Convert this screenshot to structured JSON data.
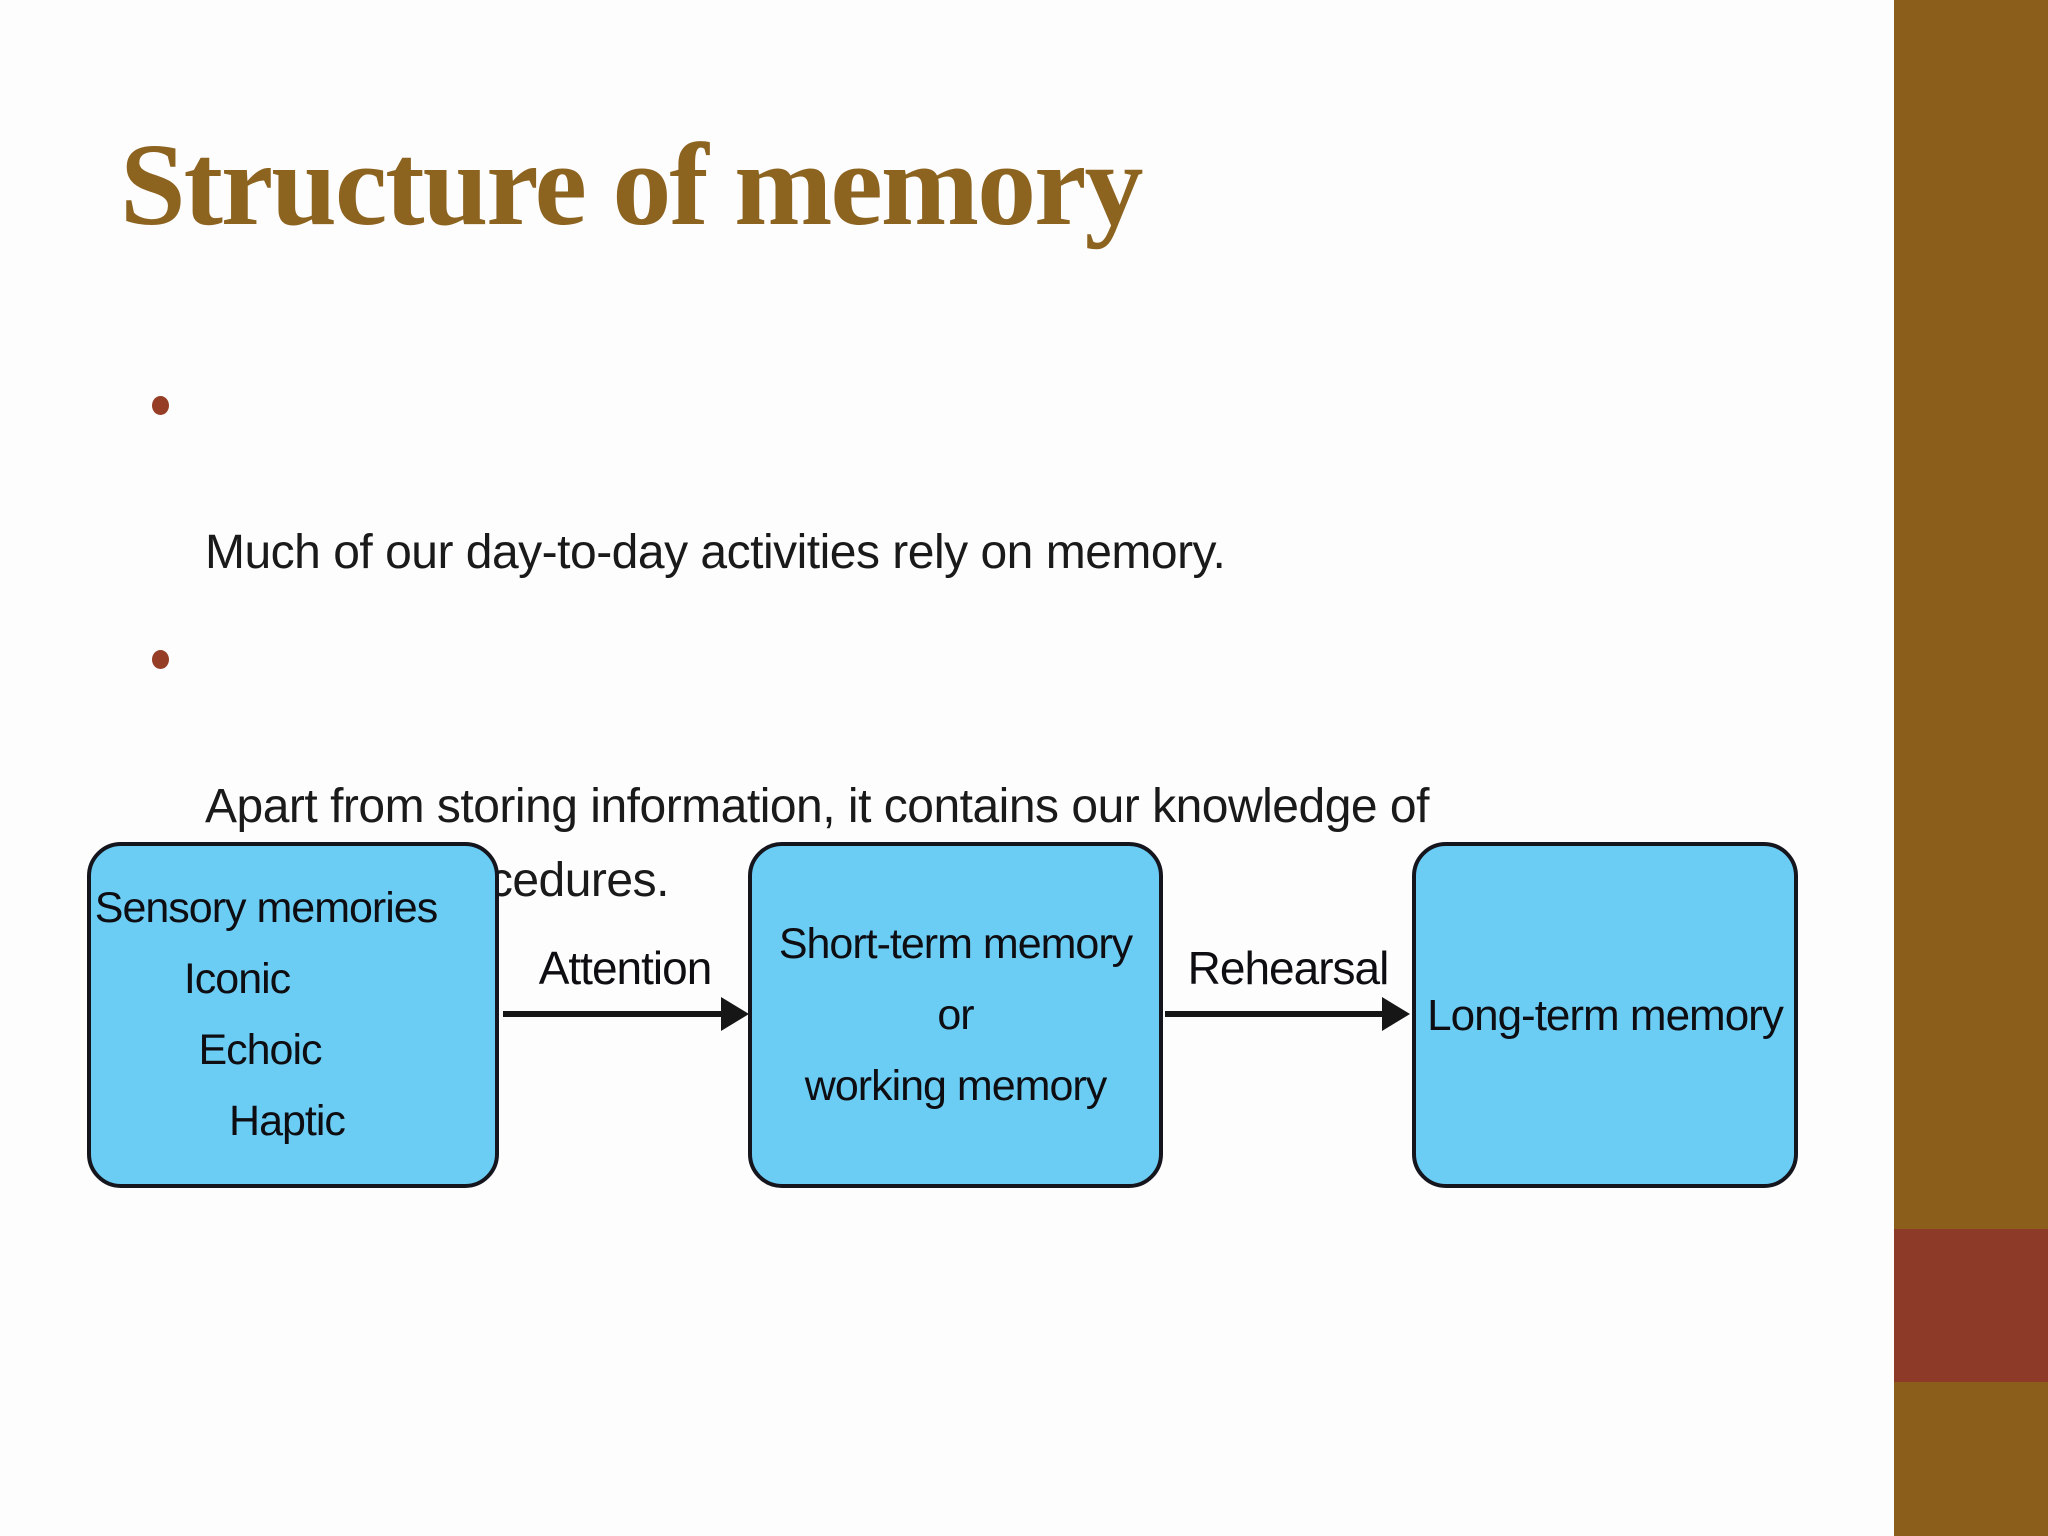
{
  "slide": {
    "title": "Structure of memory",
    "bullets": [
      "Much of our day-to-day activities rely on memory.",
      "Apart from storing information, it contains our knowledge of\nactions or procedures."
    ]
  },
  "diagram": {
    "boxes": [
      {
        "name": "sensory-memories",
        "lines": [
          "Sensory memories",
          "Iconic",
          "Echoic",
          "Haptic"
        ]
      },
      {
        "name": "short-term-memory",
        "lines": [
          "Short-term memory",
          "or",
          "working memory"
        ]
      },
      {
        "name": "long-term-memory",
        "lines": [
          "Long-term memory"
        ]
      }
    ],
    "arrows": [
      {
        "label": "Attention",
        "from": "sensory-memories",
        "to": "short-term-memory"
      },
      {
        "label": "Rehearsal",
        "from": "short-term-memory",
        "to": "long-term-memory"
      }
    ]
  },
  "colors": {
    "background": "#fdfdfd",
    "title_text": "#8d6320",
    "body_text": "#1a1a1a",
    "bullet_marker": "#963d26",
    "box_fill": "#6ccdf4",
    "box_border": "#15151e",
    "arrow": "#161616",
    "sidebar_bar": "#8b5e1b",
    "sidebar_accent_square": "#8e3a29"
  }
}
